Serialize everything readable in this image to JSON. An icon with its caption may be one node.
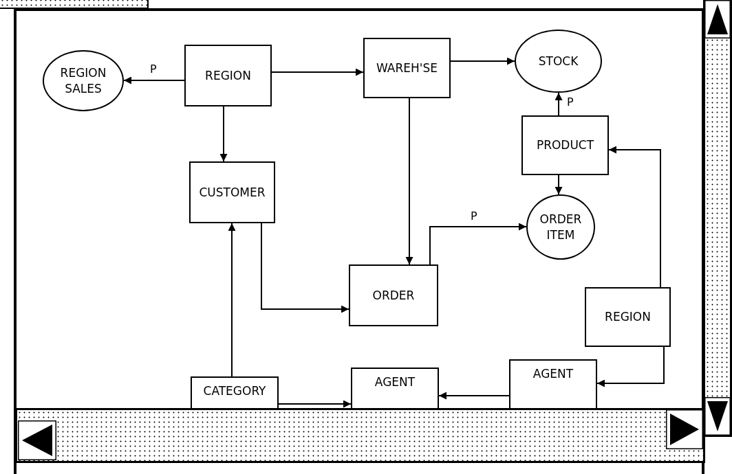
{
  "diagram": {
    "nodes": [
      {
        "text": [
          "REGION SALES"
        ]
      },
      {
        "text": [
          "REGION"
        ]
      },
      {
        "text": [
          "WAREH'SE"
        ]
      },
      {
        "text": [
          "STOCK"
        ]
      },
      {
        "text": [
          "CUSTOMER"
        ]
      },
      {
        "text": [
          "PRODUCT"
        ]
      },
      {
        "text": [
          "ORDER ITEM"
        ]
      },
      {
        "text": [
          "ORDER"
        ]
      },
      {
        "text": [
          "REGION"
        ]
      },
      {
        "text": [
          "CATEGORY"
        ]
      },
      {
        "text": [
          "AGENT"
        ]
      },
      {
        "text": [
          "AGENT"
        ]
      }
    ],
    "edges": [
      {
        "from": 1,
        "to": 0,
        "arrow": "to",
        "label": "P"
      },
      {
        "from": 1,
        "to": 2,
        "arrow": "to"
      },
      {
        "from": 2,
        "to": 3,
        "arrow": "to"
      },
      {
        "from": 1,
        "to": 4,
        "arrow": "to"
      },
      {
        "from": 5,
        "to": 3,
        "arrow": "to",
        "label": "P"
      },
      {
        "from": 5,
        "to": 6,
        "arrow": "to"
      },
      {
        "from": 2,
        "to": 7,
        "arrow": "to"
      },
      {
        "from": 4,
        "to": 7,
        "arrow": "to"
      },
      {
        "from": 7,
        "to": 6,
        "arrow": "to",
        "label": "P"
      },
      {
        "from": 8,
        "to": 5,
        "arrow": "to"
      },
      {
        "from": 9,
        "to": 4,
        "arrow": "to"
      },
      {
        "from": 9,
        "to": 10,
        "arrow": "to"
      },
      {
        "from": 11,
        "to": 10,
        "arrow": "to"
      },
      {
        "from": 8,
        "to": 11,
        "arrow": "to"
      }
    ]
  }
}
